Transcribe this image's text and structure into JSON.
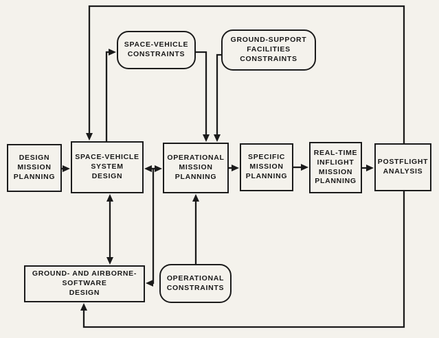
{
  "diagram": {
    "type": "flowchart",
    "description": "Mission planning process flow diagram (scanned document figure)",
    "colors": {
      "background": "#f4f2ec",
      "line": "#1b1b1b",
      "text": "#191919"
    },
    "boxes": {
      "design_mission_planning": {
        "label": "DESIGN\nMISSION\nPLANNING",
        "shape": "rectangle"
      },
      "space_vehicle_system_design": {
        "label": "SPACE-VEHICLE\nSYSTEM\nDESIGN",
        "shape": "rectangle"
      },
      "operational_mission_planning": {
        "label": "OPERATIONAL\nMISSION\nPLANNING",
        "shape": "rectangle"
      },
      "specific_mission_planning": {
        "label": "SPECIFIC\nMISSION\nPLANNING",
        "shape": "rectangle"
      },
      "real_time_inflight_mission_planning": {
        "label": "REAL-TIME\nINFLIGHT\nMISSION\nPLANNING",
        "shape": "rectangle"
      },
      "postflight_analysis": {
        "label": "POSTFLIGHT\nANALYSIS",
        "shape": "rectangle"
      },
      "space_vehicle_constraints": {
        "label": "SPACE-VEHICLE\nCONSTRAINTS",
        "shape": "rounded"
      },
      "ground_support_facilities_constraints": {
        "label": "GROUND-SUPPORT\nFACILITIES\nCONSTRAINTS",
        "shape": "rounded"
      },
      "operational_constraints": {
        "label": "OPERATIONAL\nCONSTRAINTS",
        "shape": "rounded"
      },
      "ground_and_airborne_software_design": {
        "label": "GROUND- AND AIRBORNE-\nSOFTWARE\nDESIGN",
        "shape": "rectangle"
      }
    },
    "connections": [
      {
        "from": "design_mission_planning",
        "to": "space_vehicle_system_design",
        "arrow": "single"
      },
      {
        "from": "space_vehicle_system_design",
        "to": "operational_mission_planning",
        "arrow": "double"
      },
      {
        "from": "operational_mission_planning",
        "to": "specific_mission_planning",
        "arrow": "single"
      },
      {
        "from": "specific_mission_planning",
        "to": "real_time_inflight_mission_planning",
        "arrow": "single"
      },
      {
        "from": "real_time_inflight_mission_planning",
        "to": "postflight_analysis",
        "arrow": "single"
      },
      {
        "from": "space_vehicle_system_design",
        "to": "space_vehicle_constraints",
        "arrow": "single"
      },
      {
        "from": "space_vehicle_constraints",
        "to": "operational_mission_planning",
        "arrow": "single"
      },
      {
        "from": "ground_support_facilities_constraints",
        "to": "operational_mission_planning",
        "arrow": "single"
      },
      {
        "from": "operational_constraints",
        "to": "operational_mission_planning",
        "arrow": "single"
      },
      {
        "from": "space_vehicle_system_design",
        "to": "ground_and_airborne_software_design",
        "arrow": "double"
      },
      {
        "from": "svsd_omp_junction",
        "to": "ground_and_airborne_software_design",
        "arrow": "single"
      },
      {
        "from": "postflight_analysis",
        "to": "space_vehicle_system_design",
        "arrow": "single",
        "route": "top feedback loop"
      },
      {
        "from": "postflight_analysis",
        "to": "ground_and_airborne_software_design",
        "arrow": "single",
        "route": "bottom feedback loop"
      }
    ]
  }
}
